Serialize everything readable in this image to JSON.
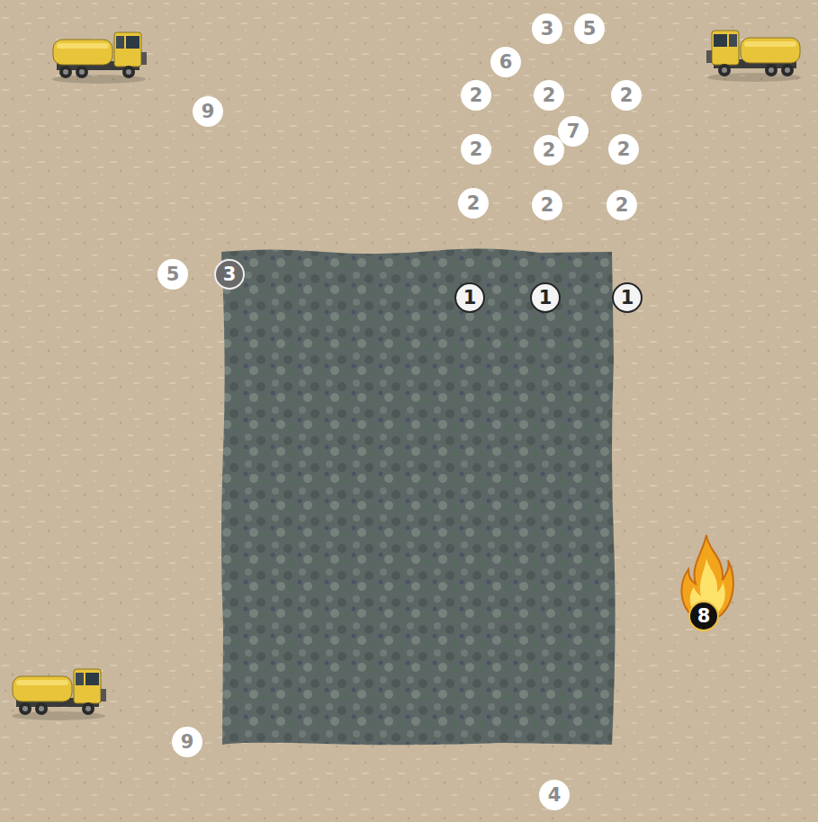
{
  "diagram": {
    "labels": [
      "3",
      "5",
      "6",
      "9",
      "2",
      "2",
      "2",
      "7",
      "2",
      "2",
      "2",
      "2",
      "2",
      "2",
      "5",
      "3",
      "1",
      "1",
      "1",
      "8",
      "9",
      "4"
    ]
  }
}
